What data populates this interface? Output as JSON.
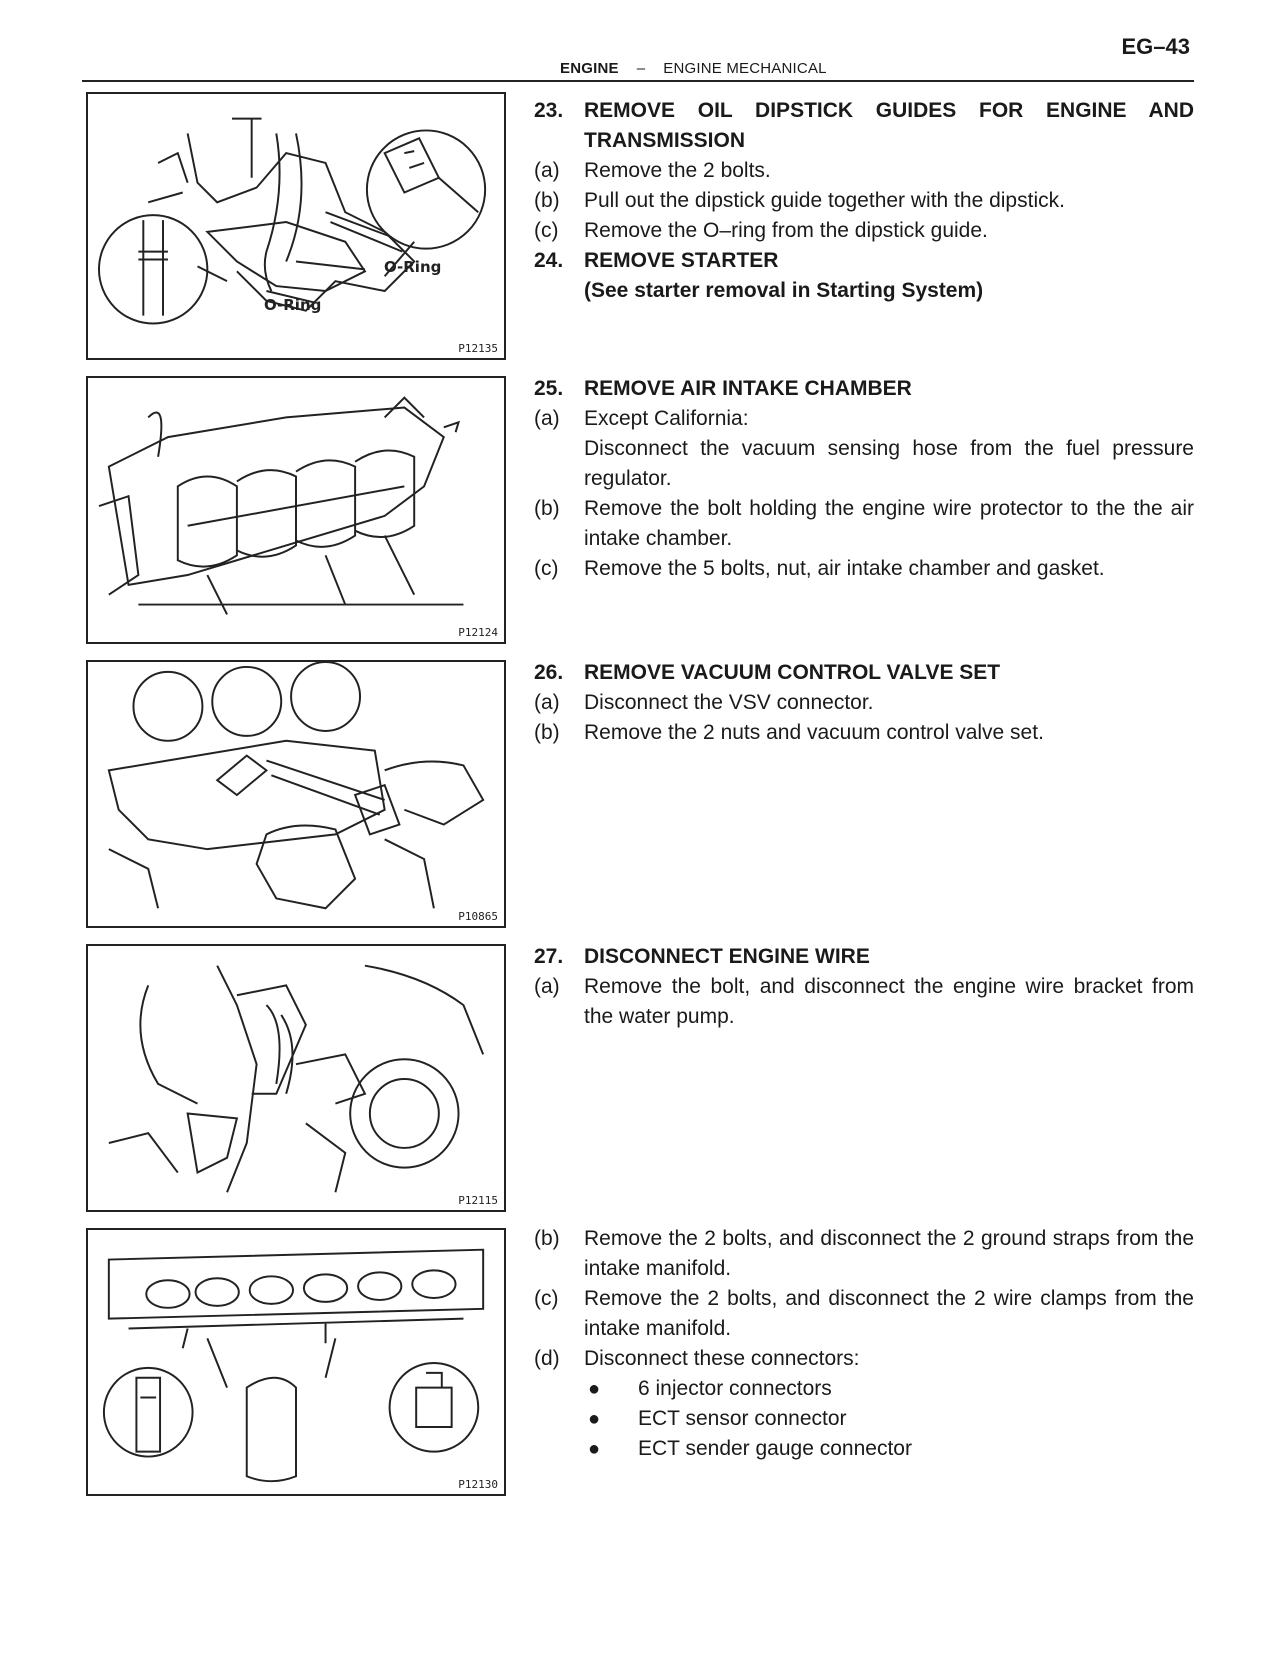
{
  "header": {
    "page_number": "EG–43",
    "section": "ENGINE",
    "separator": "–",
    "subsection": "ENGINE MECHANICAL"
  },
  "figures": [
    {
      "id": "P12135",
      "labels": [
        "O-Ring",
        "O-Ring"
      ]
    },
    {
      "id": "P12124"
    },
    {
      "id": "P10865"
    },
    {
      "id": "P12115"
    },
    {
      "id": "P12130"
    }
  ],
  "blocks": {
    "b23": {
      "number": "23.",
      "title_lines": [
        "REMOVE OIL DIPSTICK GUIDES FOR ENGINE AND",
        "TRANSMISSION"
      ],
      "steps": [
        {
          "label": "(a)",
          "text": "Remove the 2 bolts."
        },
        {
          "label": "(b)",
          "text": "Pull out the dipstick guide together with the dipstick."
        },
        {
          "label": "(c)",
          "text": "Remove the O–ring from the dipstick guide."
        }
      ]
    },
    "b24": {
      "number": "24.",
      "title_lines": [
        "REMOVE STARTER",
        "(See starter removal in Starting System)"
      ]
    },
    "b25": {
      "number": "25.",
      "title_lines": [
        "REMOVE AIR INTAKE CHAMBER"
      ],
      "steps": [
        {
          "label": "(a)",
          "text": "Except California:"
        },
        {
          "label": "",
          "text": "Disconnect the vacuum sensing hose from the fuel pressure regulator."
        },
        {
          "label": "(b)",
          "text": "Remove the bolt holding the engine wire protector to the the air intake chamber."
        },
        {
          "label": "(c)",
          "text": "Remove the 5 bolts, nut, air intake chamber and gasket."
        }
      ]
    },
    "b26": {
      "number": "26.",
      "title_lines": [
        "REMOVE VACUUM CONTROL VALVE SET"
      ],
      "steps": [
        {
          "label": "(a)",
          "text": "Disconnect the VSV connector."
        },
        {
          "label": "(b)",
          "text": "Remove the 2 nuts and vacuum control valve set."
        }
      ]
    },
    "b27": {
      "number": "27.",
      "title_lines": [
        "DISCONNECT ENGINE WIRE"
      ],
      "steps": [
        {
          "label": "(a)",
          "text": "Remove the bolt, and disconnect the engine wire bracket from the water pump."
        }
      ]
    },
    "b27b": {
      "steps": [
        {
          "label": "(b)",
          "text": "Remove the 2 bolts, and disconnect the 2 ground straps from the intake manifold."
        },
        {
          "label": "(c)",
          "text": "Remove the 2 bolts, and disconnect the 2 wire clamps from the intake manifold."
        },
        {
          "label": "(d)",
          "text": "Disconnect these connectors:"
        }
      ],
      "bullet_symbol": "●",
      "bullets": [
        "6 injector connectors",
        "ECT sensor connector",
        "ECT sender gauge connector"
      ]
    }
  }
}
